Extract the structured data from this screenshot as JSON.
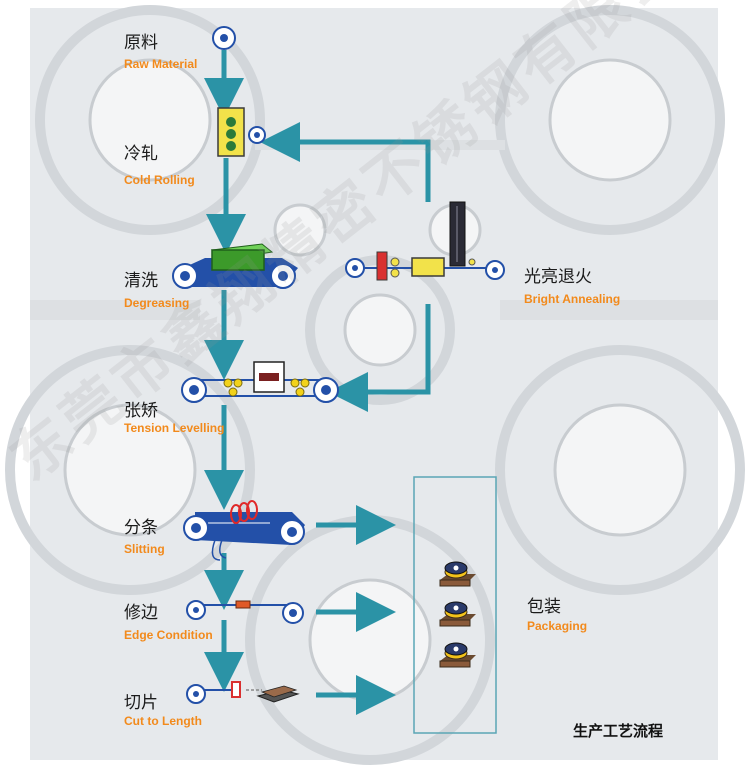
{
  "colors": {
    "flow_arrow": "#2b93a6",
    "label_cn": "#1b1b1b",
    "label_en": "#f28a1c",
    "roller_blue": "#2350a8",
    "module_yellow": "#f2e24a",
    "box_green": "#3c9a2a",
    "packaging_frame": "#5aa6b5"
  },
  "steps": {
    "raw_material": {
      "cn": "原料",
      "en": "Raw Material"
    },
    "cold_rolling": {
      "cn": "冷轧",
      "en": "Cold Rolling"
    },
    "degreasing": {
      "cn": "清洗",
      "en": "Degreasing"
    },
    "bright_annealing": {
      "cn": "光亮退火",
      "en": "Bright Annealing"
    },
    "tension_levelling": {
      "cn": "张矫",
      "en": "Tension Levelling"
    },
    "slitting": {
      "cn": "分条",
      "en": "Slitting"
    },
    "edge_condition": {
      "cn": "修边",
      "en": "Edge Condition"
    },
    "cut_to_length": {
      "cn": "切片",
      "en": "Cut to Length"
    },
    "packaging": {
      "cn": "包装",
      "en": "Packaging"
    }
  },
  "caption": "生产工艺流程",
  "watermark": "东莞市鑫翔精密不锈钢有限公司"
}
